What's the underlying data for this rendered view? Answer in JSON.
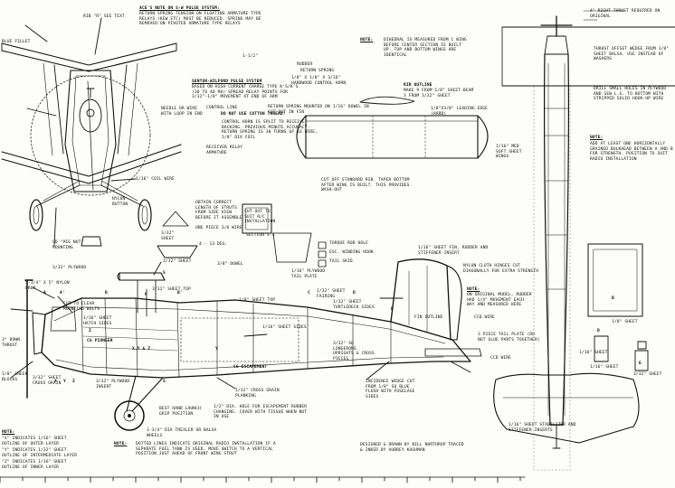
{
  "notes": {
    "ace_title": "ACE'S NOTE ON S-W PULSE SYSTEM:",
    "ace_body": "RETURN SPRING TENSION ON FLOATING ARMATURE TYPE RELAYS (KEW ETC) MUST BE REDUCED. SPRING MAY BE REMOVED ON PIVOTED ARMATURE TYPE RELAYS",
    "blue_fillet": "BLUE FILLET",
    "rib_sheet": "RIB \"R\" SEE TEXT",
    "dim_1_5": "1-1/2\"",
    "dihedral_label": "NOTE:",
    "dihedral": "DIHEDRAL IS MEASURED FROM C WING BEFORE CENTER SECTION IS BUILT UP. TOP AND BOTTOM WINGS ARE IDENTICAL",
    "right_thrust": "4° RIGHT THRUST REQUIRED ON ORIGINAL",
    "thrust_wedge": "THRUST OFFSET WEDGE FROM 1/8\" SHEET BALSA. USE INSTEAD OF WASHERS",
    "drill_holes": "DRILL SMALL HOLES IN PLYWOOD AND SEW L.G. TO BOTTOM WITH STRIPPED SOLID HOOK-UP WIRE",
    "pulse_title": "SENTOR-WILFORD PULSE SYSTEM",
    "pulse_body": "BASED ON HIGH CURRENT CHARGE TYPE K'S/K'S (30 TO 40 MA) SPREAD RELAY POINTS FOR 3/32\"-1/8\" MOVEMENT AT END OF ARM",
    "rudder": "RUDDER",
    "return_spring": "RETURN SPRING",
    "horn": "1/8\" X 1/8\" X 3/16\" HARDWOOD CONTROL HORN",
    "control_line": "CONTROL LINE",
    "no_thread": "DO NOT USE COTTON THREAD!",
    "needle": "NEEDLE OR WIRE WITH LOOP IN END",
    "control_horn_split": "CONTROL HORN IS SPLIT TO RECEIVE BACKING. PREVIOUS MINUTE ACCURACY. RETURN SPRING IS 30 TURNS OF 16 WIRE, 1/8\" DIA COIL",
    "spring_mount": "RETURN SPRING MOUNTED ON 1/16\" DOWEL IN CUT-OUT IN FIN",
    "receiver_relay": "RECEIVER RELAY ARMATURE",
    "rib_outline_title": "RIB OUTLINE",
    "rib_outline": "MAKE 9 FROM 1/8\" SHEET-BEAM 3 FROM 3/32\" SHEET",
    "leading_edge": "1/8\"X3/8\" LEADING EDGE (HARD)",
    "sheet_wings": "1/16\" MED SOFT SHEET WINGS",
    "cut_off": "CUT OFF STANDARD RIB. TAPER BOTTOM AFTER WING IS BUILT. THIS PROVIDES WASH-OUT",
    "bulkhead_label": "NOTE:",
    "bulkhead": "ADD AT LEAST ONE HORIZONTALLY GRAINED BULKHEAD BETWEEN A AND B FOR STRENGTH. POSITION TO SUIT RADIO INSTALLATION",
    "coil_wire": "1/16\" COIL WIRE",
    "nylon_button": "NYLON BUTTON",
    "obtain_struts": "OBTAIN CORRECT LENGTH OF STRUTS FROM SIDE VIEW BEFORE IT ASSEMBLE",
    "one_piece_wire": "ONE PIECE 3/8 WIRE",
    "cut_out_fit": "CUT OUT TO SUIT R/C INSTALLATION",
    "section_s": "SECTION S-S",
    "angle": "4 - 13 DEG.",
    "torque_rod": "TORQUE ROD HOLE",
    "winding_hook": "ESC. WINDING HOOK",
    "tail_skid": "TAIL SKID",
    "ply_tail_plate": "1/16\" PLYWOOD TAIL PLATE",
    "fin_rudder": "1/16\" SHEET FIN, RUDDER AND STIFFENER INSERT",
    "cd_pegs": "CD \"PEG NUT\" MOUNTING",
    "sheet_3_32": "3/32\" SHEET",
    "ply_3_32": "3/32\" PLYWOOD",
    "dowel": "3/8\" DOWEL",
    "prop": "5-1/4\" X 5\" NYLON PROP",
    "cut_clear": "CUT TO CLEAR MOUNTING BOLTS",
    "sheet_top": "3/32\" SHEET TOP",
    "sheet_top2": "1/8\" SHEET TOP",
    "fairing": "1/32\" SHEET FAIRING",
    "turtledeck": "1/32\" SHEET TURTLEDECK SIDES",
    "hinges": "NYLON CLOTH HINGES CUT DIAGONALLY FOR EXTRA STRENGTH",
    "orig_model_label": "NOTE:",
    "orig_model": "ON ORIGINAL MODEL, RUDDER HAD 1/4\" MOVEMENT EACH WAY AND MEASURED HERE",
    "fin_outline": "FIN OUTLINE",
    "ccd_wire": "CCD WIRE",
    "tail_plate": "3 PIECE TAIL PLATE (DO NOT GLUE PARTS TOGETHER)",
    "ccd_wire2": "CCD WIRE",
    "down_thrust": "3° DOWN THRUST",
    "cheek_blocks": "1/8\" CHEEK BLOCKS",
    "sheet_hatch": "1/16\" SHEET HATCH SIDES",
    "cg_pioneer": "CG PIONEER",
    "cg_escapement": "CG ESCAPEMENT",
    "sheet_sides": "1/16\" SHEET SIDES",
    "longerons": "3/32\" SQ LONGERONS UPRIGHTS & CROSS PIECES",
    "cross_grain": "3/32\" SHEET CROSS GRAIN",
    "ply_insert": "3/32\" PLYWOOD INSERT",
    "cross_grain_planking": "1/32\" CROSS GRAIN PLANKING",
    "hand_launch": "BEST HAND LAUNCH GRIP POSITION",
    "escape_hole": "1/2\" DIA. HOLE FOR ESCAPEMENT RUBBER CHANGING. COVER WITH TISSUE WHEN NOT IN USE",
    "wedge": "INCIDENCE WEDGE CUT FROM 1/8\" SQ BLUE FLUSH WITH FUSELAGE SIDES",
    "wheels": "1-3/4\" DIA TREXLER OR BALSA WHEELS",
    "legend_title": "NOTE:",
    "legend_x": "\"X\" INDICATES 1/16\" SHEET OUTLINE OF OUTER LAYER",
    "legend_y": "\"Y\" INDICATES 1/32\" SHEET OUTLINE OF INTERMEDIATE LAYER",
    "legend_z": "\"Z\" INDICATES 1/16\" SHEET OUTLINE OF INNER LAYER",
    "dotted_label": "NOTE:",
    "dotted": "DOTTED LINES INDICATE ORIGINAL RADIO INSTALLATION IF A SEPARATE FUEL TANK IS USED, MOVE SWITCH TO A VERTICAL POSITION JUST AHEAD OF FRONT WING STRUT",
    "stab": "1/16\" SHEET STABILIZER AND STIFFENER INSERTS",
    "credit": "DESIGNED & DRAWN BY BILL NORTHROP TRACED & INKED BY AUBREY KOGHMAN",
    "part_b_sheet": "1/8\" SHEET",
    "part_d_sheet": "1/16\" SHEET",
    "part_e_sheet": "3/32\" SHEET",
    "sheet_1_16_mid": "1/16\" SHEET",
    "gusset": "3/32\" SHEET"
  },
  "letters": [
    "A",
    "A'",
    "B",
    "B'",
    "C",
    "D",
    "E",
    "S",
    "S",
    "X",
    "Y",
    "Z",
    "P",
    "D",
    "B",
    "E"
  ],
  "hatch_labels": {
    "x": "X,Y & Z",
    "y": "Y",
    "z": "Z"
  }
}
